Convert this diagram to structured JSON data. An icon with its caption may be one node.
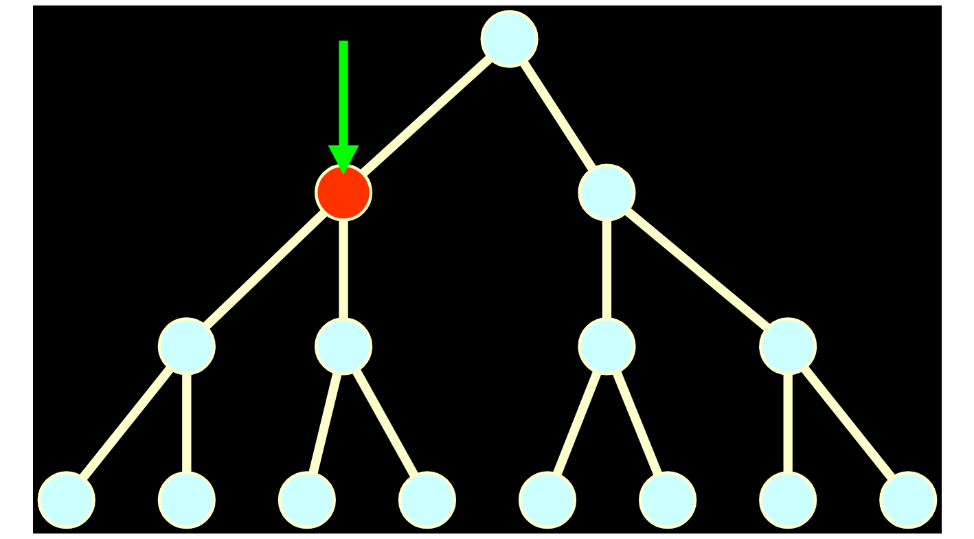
{
  "diagram": {
    "nodes": [
      {
        "text": [],
        "shape": "circle"
      },
      {
        "text": [],
        "shape": "circle"
      },
      {
        "text": [],
        "shape": "circle"
      },
      {
        "text": [],
        "shape": "circle"
      },
      {
        "text": [],
        "shape": "circle"
      },
      {
        "text": [],
        "shape": "circle"
      },
      {
        "text": [],
        "shape": "circle"
      },
      {
        "text": [],
        "shape": "circle"
      },
      {
        "text": [],
        "shape": "circle"
      },
      {
        "text": [],
        "shape": "circle"
      },
      {
        "text": [],
        "shape": "circle"
      },
      {
        "text": [],
        "shape": "circle"
      },
      {
        "text": [],
        "shape": "circle"
      },
      {
        "text": [],
        "shape": "circle"
      },
      {
        "text": [],
        "shape": "circle"
      }
    ],
    "edges": [
      {
        "from": 0,
        "to": 1,
        "arrow": "none"
      },
      {
        "from": 0,
        "to": 2,
        "arrow": "none"
      },
      {
        "from": 1,
        "to": 3,
        "arrow": "none"
      },
      {
        "from": 1,
        "to": 4,
        "arrow": "none"
      },
      {
        "from": 3,
        "to": 5,
        "arrow": "none"
      },
      {
        "from": 3,
        "to": 6,
        "arrow": "none"
      },
      {
        "from": 4,
        "to": 7,
        "arrow": "none"
      },
      {
        "from": 4,
        "to": 8,
        "arrow": "none"
      },
      {
        "from": 2,
        "to": 9,
        "arrow": "none"
      },
      {
        "from": 2,
        "to": 10,
        "arrow": "none"
      },
      {
        "from": 9,
        "to": 11,
        "arrow": "none"
      },
      {
        "from": 9,
        "to": 12,
        "arrow": "none"
      },
      {
        "from": 10,
        "to": 13,
        "arrow": "none"
      },
      {
        "from": 10,
        "to": 14,
        "arrow": "none"
      },
      {
        "from": null,
        "to": 1,
        "arrow": "to",
        "color": "#00ff00"
      }
    ]
  }
}
